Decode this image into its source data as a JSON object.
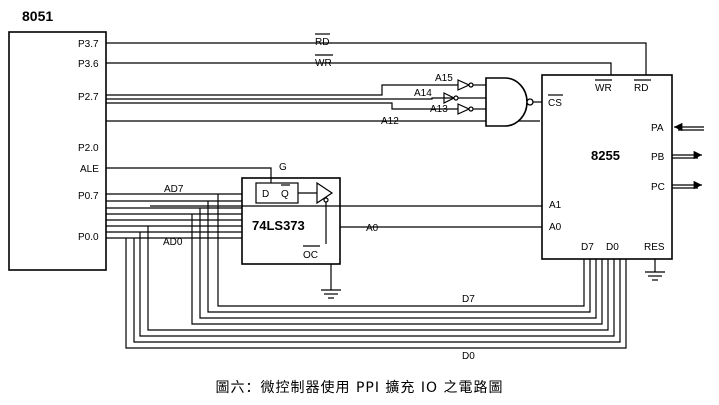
{
  "mcu": {
    "name": "8051",
    "pins": [
      "P3.7",
      "P3.6",
      "P2.7",
      "P2.0",
      "ALE",
      "P0.7",
      "P0.0"
    ]
  },
  "latch": {
    "name": "74LS373",
    "d": "D",
    "q": "Q",
    "g": "G",
    "oc": "OC"
  },
  "ppi": {
    "name": "8255",
    "pins": {
      "cs": "CS",
      "wr": "WR",
      "rd": "RD",
      "a1": "A1",
      "a0": "A0",
      "d7": "D7",
      "d0": "D0",
      "res": "RES",
      "pa": "PA",
      "pb": "PB",
      "pc": "PC"
    }
  },
  "signals": {
    "rd": "RD",
    "wr": "WR",
    "a15": "A15",
    "a14": "A14",
    "a13": "A13",
    "a12": "A12",
    "ad7": "AD7",
    "ad0": "AD0",
    "a0": "A0",
    "d7": "D7",
    "d0": "D0"
  },
  "caption": "圖六：微控制器使用 PPI 擴充 IO 之電路圖"
}
